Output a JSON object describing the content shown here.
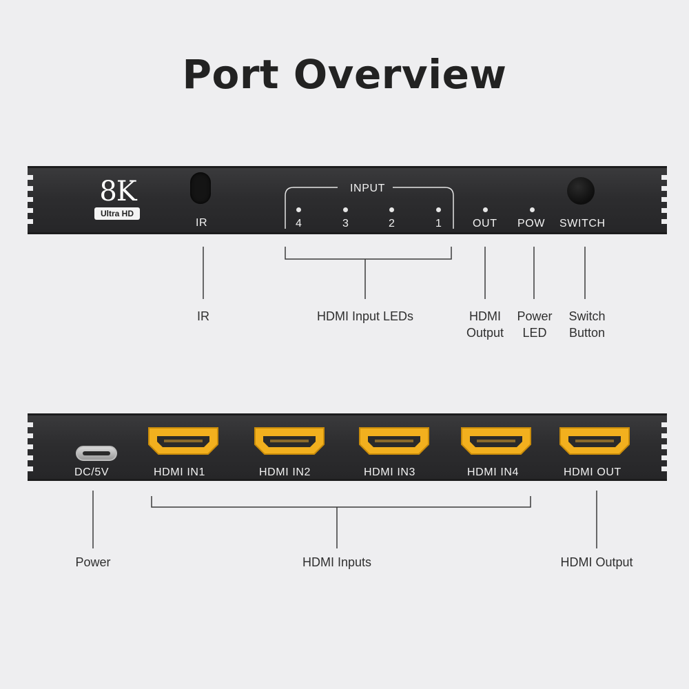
{
  "title": "Port Overview",
  "front_panel": {
    "logo_big": "8K",
    "logo_badge": "Ultra HD",
    "ir_label": "IR",
    "input_group_label": "INPUT",
    "input_numbers": [
      "4",
      "3",
      "2",
      "1"
    ],
    "out_label": "OUT",
    "pow_label": "POW",
    "switch_label": "SWITCH"
  },
  "back_panel": {
    "dc_label": "DC/5V",
    "hdmi_in1": "HDMI IN1",
    "hdmi_in2": "HDMI IN2",
    "hdmi_in3": "HDMI IN3",
    "hdmi_in4": "HDMI IN4",
    "hdmi_out": "HDMI OUT"
  },
  "callouts": {
    "ir": "IR",
    "hdmi_input_leds": "HDMI Input LEDs",
    "hdmi_output_1": "HDMI",
    "hdmi_output_2": "Output",
    "power_led_1": "Power",
    "power_led_2": "LED",
    "switch_button_1": "Switch",
    "switch_button_2": "Button",
    "power": "Power",
    "hdmi_inputs": "HDMI Inputs",
    "hdmi_output": "HDMI Output"
  },
  "colors": {
    "background": "#eeeef0",
    "panel": "#2d2d2f",
    "hdmi_gold": "#f2b01e"
  }
}
